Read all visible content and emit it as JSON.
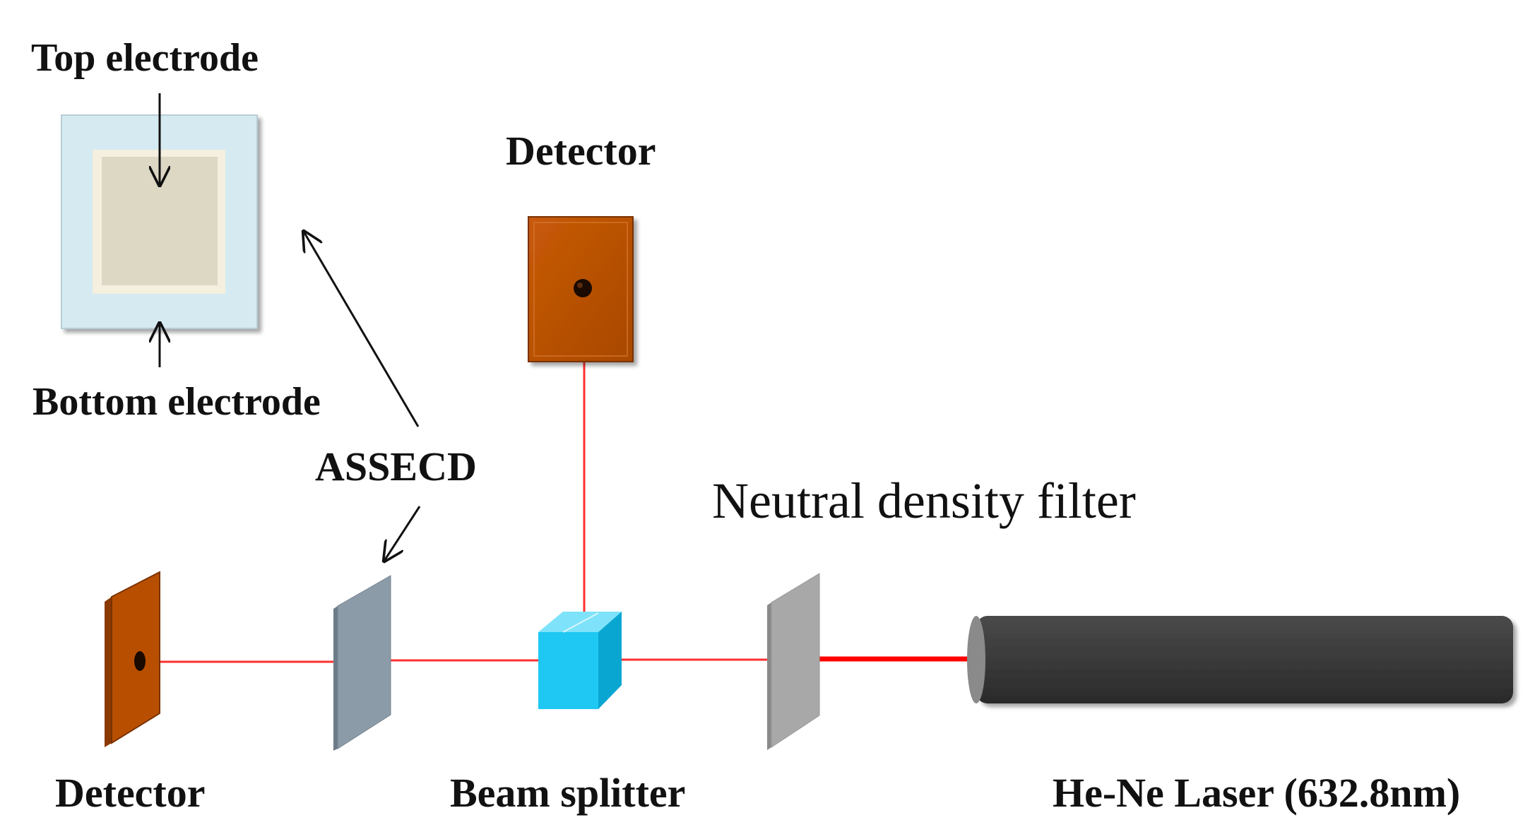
{
  "labels": {
    "top_electrode": "Top electrode",
    "bottom_electrode": "Bottom electrode",
    "assecd": "ASSECD",
    "detector_top": "Detector",
    "detector_left": "Detector",
    "beam_splitter": "Beam splitter",
    "nd_filter": "Neutral density filter",
    "laser": "He-Ne Laser (632.8nm)"
  },
  "colors": {
    "detector_body": "#b84f00",
    "detector_side": "#8a3a00",
    "beam": "#ff3030",
    "beam_strong": "#ff0000",
    "laser_body": "#3a3a3a",
    "laser_cap": "#8a8a8a",
    "beam_splitter": "#1ec8f2",
    "sample_plate": "#8c9ba8",
    "nd_filter": "#a8a8a8",
    "substrate": "#d6eaf2",
    "electrode_border": "#f4efdf",
    "electrode_fill": "#ddd8c4"
  }
}
